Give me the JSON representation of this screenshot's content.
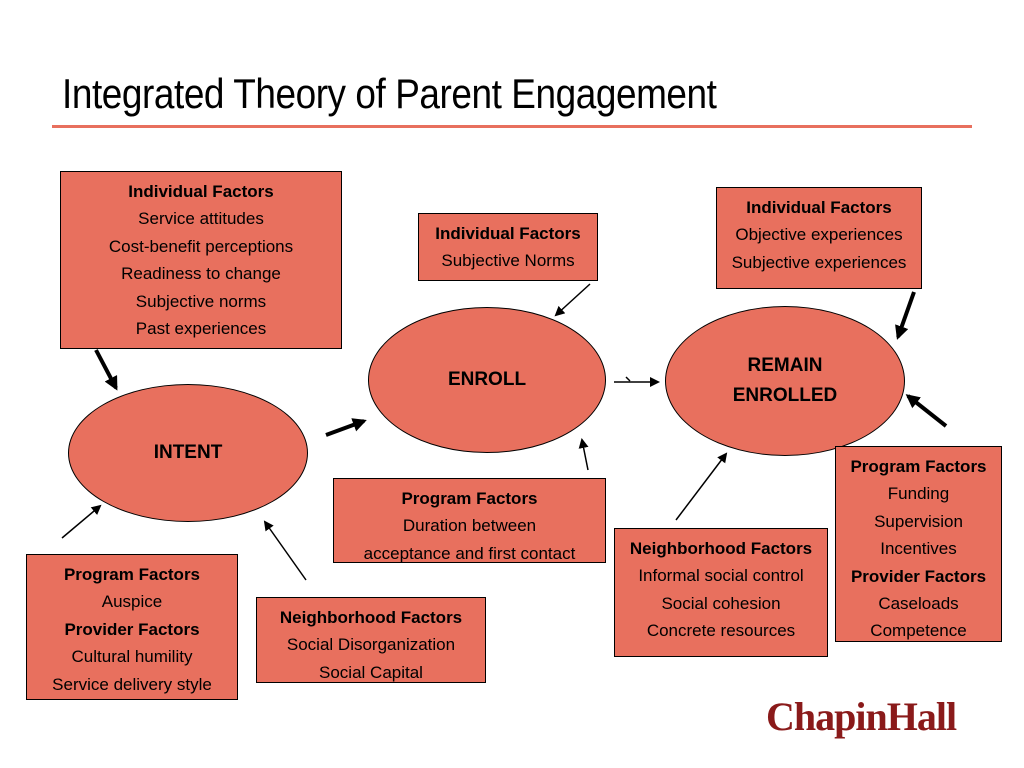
{
  "slide": {
    "title": "Integrated Theory of Parent Engagement",
    "accent_color": "#e8705e",
    "logo_color": "#8a1a1a"
  },
  "ovals": {
    "intent": {
      "label": "INTENT"
    },
    "enroll": {
      "label": "ENROLL"
    },
    "remain": {
      "lines": [
        "REMAIN",
        "ENROLLED"
      ]
    }
  },
  "boxes": {
    "intent_individual": {
      "heading": "Individual Factors",
      "items": [
        "Service attitudes",
        "Cost-benefit perceptions",
        "Readiness to change",
        "Subjective norms",
        "Past experiences"
      ]
    },
    "intent_program": {
      "heading": "Program Factors",
      "items": [
        "Auspice"
      ],
      "heading2": "Provider Factors",
      "items2": [
        "Cultural humility",
        "Service delivery style"
      ]
    },
    "intent_neighborhood": {
      "heading": "Neighborhood Factors",
      "items": [
        "Social Disorganization",
        "Social Capital"
      ]
    },
    "enroll_individual": {
      "heading": "Individual Factors",
      "items": [
        "Subjective Norms"
      ]
    },
    "enroll_program": {
      "heading": "Program Factors",
      "items": [
        "Duration between",
        "acceptance and first contact"
      ]
    },
    "remain_individual": {
      "heading": "Individual Factors",
      "items": [
        "Objective experiences",
        "Subjective experiences"
      ]
    },
    "remain_neighborhood": {
      "heading": "Neighborhood Factors",
      "items": [
        "Informal social control",
        "Social cohesion",
        "Concrete resources"
      ]
    },
    "remain_program": {
      "heading": "Program Factors",
      "items": [
        "Funding",
        "Supervision",
        "Incentives"
      ],
      "heading2": "Provider Factors",
      "items2": [
        "Caseloads",
        "Competence"
      ]
    }
  },
  "logo": {
    "text": "ChapinHall"
  }
}
